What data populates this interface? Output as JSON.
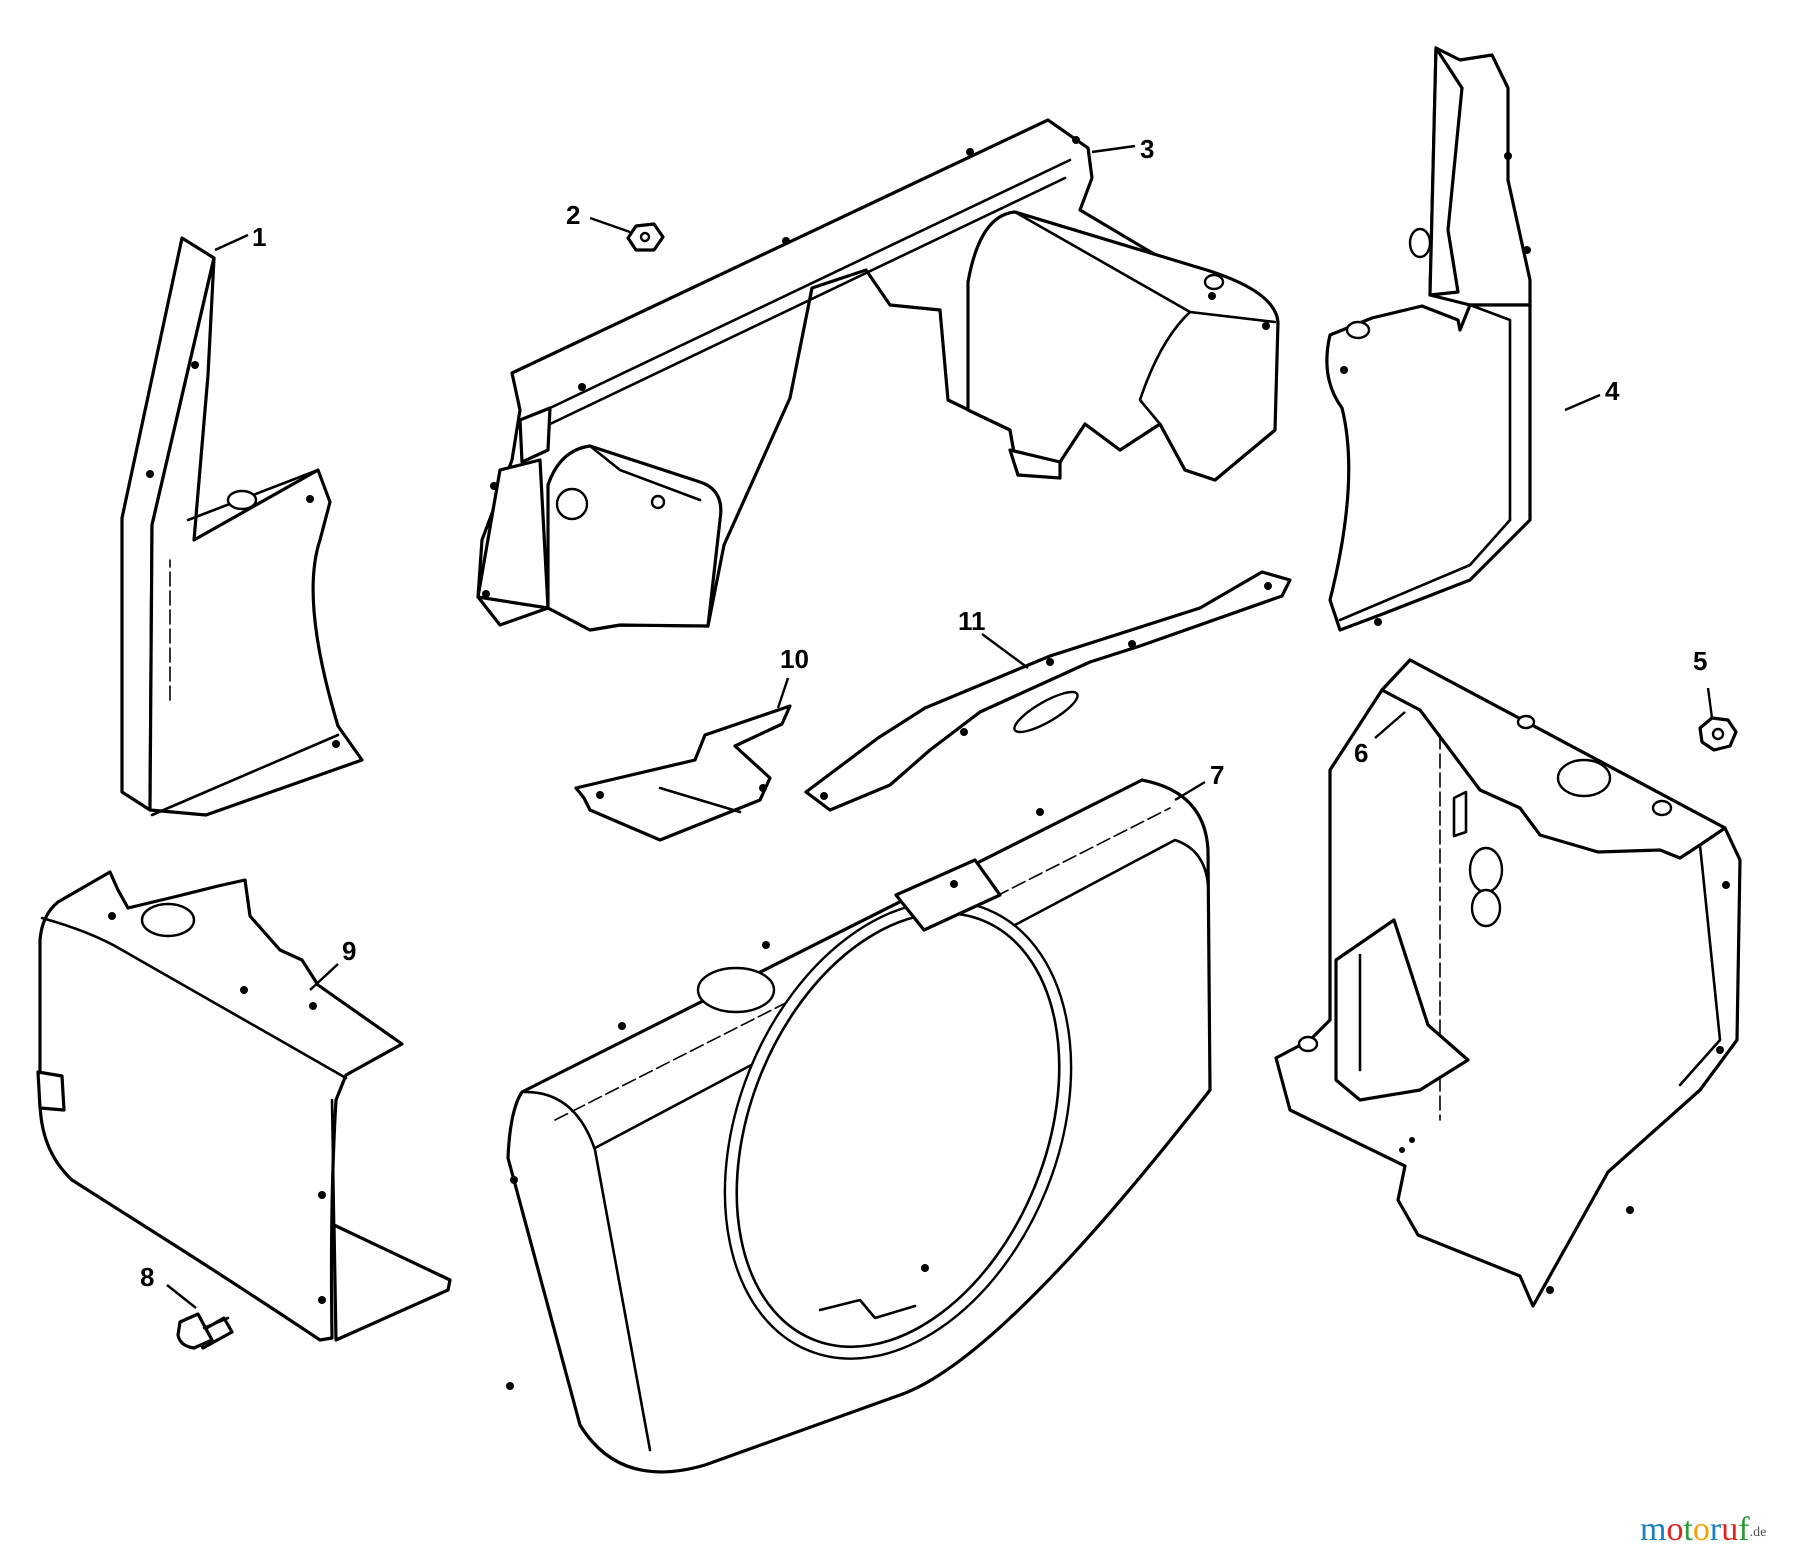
{
  "callouts": {
    "c1": "1",
    "c2": "2",
    "c3": "3",
    "c4": "4",
    "c5": "5",
    "c6": "6",
    "c7": "7",
    "c8": "8",
    "c9": "9",
    "c10": "10",
    "c11": "11"
  },
  "watermark": {
    "m": "m",
    "o1": "o",
    "t": "t",
    "o2": "o",
    "r": "r",
    "u": "u",
    "f": "f",
    "tld": ".de"
  },
  "colors": {
    "logo_m": "#1a7fc2",
    "logo_o1": "#e0241b",
    "logo_t": "#2c9c3a",
    "logo_o2": "#f2a300",
    "logo_r": "#1a7fc2",
    "logo_u": "#e0241b",
    "logo_f": "#2c9c3a",
    "logo_tld": "#555555"
  }
}
